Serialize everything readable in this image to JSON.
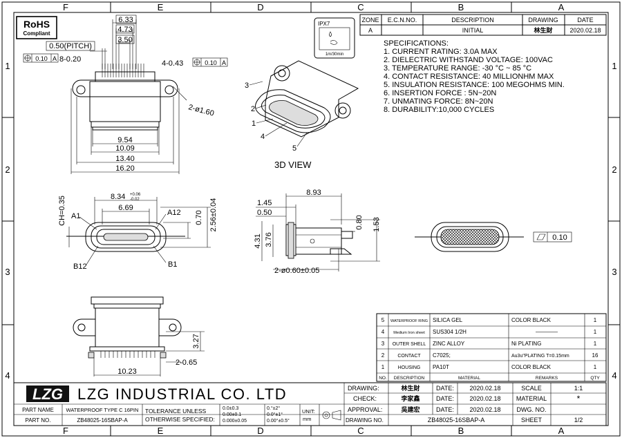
{
  "border": {
    "columns": [
      "F",
      "E",
      "D",
      "C",
      "B",
      "A"
    ],
    "rows": [
      "1",
      "2",
      "3",
      "4"
    ]
  },
  "rohs": {
    "title": "RoHS",
    "subtitle": "Compliant"
  },
  "ipx": {
    "rating": "IPX7",
    "condition": "1m/30min"
  },
  "revision": {
    "headers": [
      "ZONE",
      "E.C.N.NO.",
      "DESCRIPTION",
      "DRAWING",
      "DATE"
    ],
    "row": {
      "zone": "A",
      "ecn": "",
      "description": "INITIAL",
      "drawing": "林生財",
      "date": "2020.02.18"
    }
  },
  "specifications": {
    "title": "SPECIFICATIONS:",
    "items": [
      "1. CURRENT RATING: 3.0A MAX",
      "2. DIELECTRIC WITHSTAND VOLTAGE: 100VAC",
      "3. TEMPERATURE RANGE: -30 °C ~ 85 °C",
      "4. CONTACT RESISTANCE: 40 MILLIONHM MAX",
      "5. INSULATION RESISTANCE: 100 MEGOHMS MIN.",
      "6. INSERTION FORCE : 5N~20N",
      "7. UNMATING FORCE: 8N~20N",
      "8. DURABILITY:10,000 CYCLES"
    ]
  },
  "view3d": {
    "label": "3D VIEW",
    "callouts": [
      "1",
      "2",
      "3",
      "4",
      "5"
    ]
  },
  "dims": {
    "d633": "6.33",
    "d473": "4.73",
    "d350": "3.50",
    "pitch": "0.50(PITCH)",
    "fcf_tol": "0.10",
    "fcf_ref": "A",
    "pins8": "8-0.20",
    "pins4": "4-0.43",
    "hole": "2-ø1.60",
    "d954": "9.54",
    "d1009": "10.09",
    "d1340": "13.40",
    "d1620": "16.20",
    "d834": "8.34",
    "d834_up": "+0.06",
    "d834_lo": "-0.02",
    "d669": "6.69",
    "ch": "CH=0.35",
    "d070": "0.70",
    "d256": "2.56±0.04",
    "a1": "A1",
    "a12": "A12",
    "b12": "B12",
    "b1": "B1",
    "d893": "8.93",
    "d145": "1.45",
    "d050": "0.50",
    "d080": "0.80",
    "d153": "1.53",
    "d431": "4.31",
    "d376": "3.76",
    "d060": "2-ø0.60±0.05",
    "flat_tol": "0.10",
    "d327": "3.27",
    "d065": "2-0.65",
    "d1023": "10.23"
  },
  "bom": {
    "headers": {
      "no": "NO.",
      "description": "DESCRIPTION",
      "material": "MATERIAL",
      "remarks": "REMARKS",
      "qty": "QTY"
    },
    "rows": [
      {
        "no": "5",
        "description": "WATERPROOF RING",
        "material": "SILICA GEL",
        "remarks": "COLOR BLACK",
        "qty": "1"
      },
      {
        "no": "4",
        "description": "Medium Iron sheet",
        "material": "SUS304 1/2H",
        "remarks": "————",
        "qty": "1"
      },
      {
        "no": "3",
        "description": "OUTER SHELL",
        "material": "ZINC ALLOY",
        "remarks": "Ni PLATING",
        "qty": "1"
      },
      {
        "no": "2",
        "description": "CONTACT",
        "material": "C7025;",
        "remarks": "Au3u\"PLATING  T=0.15mm",
        "qty": "16"
      },
      {
        "no": "1",
        "description": "HOUSING",
        "material": "PA10T",
        "remarks": "COLOR BLACK",
        "qty": "1"
      }
    ]
  },
  "titleblock": {
    "logo": "LZG",
    "company": "LZG  INDUSTRIAL  CO.  LTD",
    "part_name_label": "PART NAME",
    "part_name": "WATERPROOF TYPE C 16PIN",
    "part_no_label": "PART NO.",
    "part_no": "ZB48025-16SBAP-A",
    "tolerance_label1": "TOLERANCE UNLESS",
    "tolerance_label2": "OTHERWISE SPECIFIED:",
    "tol_lin": [
      "0.0±0.3",
      "0.00±0.1",
      "0.000±0.05"
    ],
    "tol_ang": [
      "0.°±2°",
      "0.0°±1°",
      "0.00°±0.5°"
    ],
    "unit_label": "UNIT:",
    "unit": "mm",
    "drawing_label": "DRAWING:",
    "drawing_sig": "林生財",
    "check_label": "CHECK:",
    "check_sig": "李家鑫",
    "approval_label": "APPROVAL:",
    "approval_sig": "吳建宏",
    "date_label": "DATE:",
    "date": "2020.02.18",
    "scale_label": "SCALE",
    "scale": "1:1",
    "material_label": "MATERIAL",
    "material": "*",
    "dwg_no_label": "DWG. NO.",
    "dwg_no": "",
    "drawing_no_label": "DRAWING NO.",
    "drawing_no": "ZB48025-16SBAP-A",
    "sheet_label": "SHEET",
    "sheet": "1/2"
  }
}
